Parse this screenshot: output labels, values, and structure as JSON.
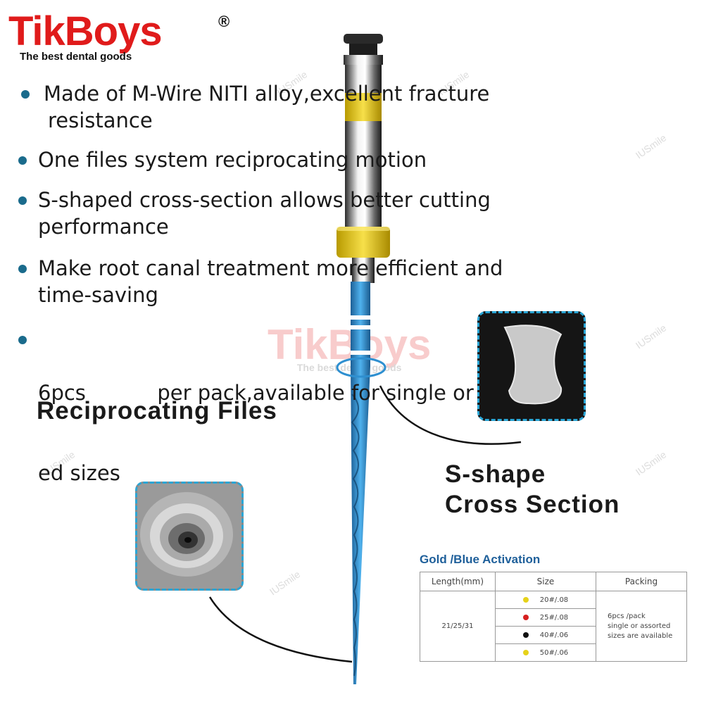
{
  "brand": {
    "name": "TikBoys",
    "registered": "®",
    "tagline": "The best dental goods"
  },
  "features": [
    {
      "line1": "Made of M-Wire NITI alloy,excellent fracture",
      "line2": "resistance"
    },
    {
      "line1": "One files system  reciprocating motion",
      "line2": ""
    },
    {
      "line1": "S-shaped cross-section allows better cutting",
      "line2": "performance"
    },
    {
      "line1": "Make root canal treatment more efficient and",
      "line2": "time-saving"
    },
    {
      "line1": "6pcs           per pack,available for single or assort-",
      "line2": "ed sizes"
    }
  ],
  "headings": {
    "product": "Reciprocating Files",
    "section_line1": "S-shape",
    "section_line2": "Cross Section"
  },
  "watermark": {
    "big": "TikBoys",
    "small": "The best dental goods",
    "faint": "IUSmile"
  },
  "table": {
    "title": "Gold /Blue Activation",
    "headers": [
      "Length(mm)",
      "Size",
      "Packing"
    ],
    "length": "21/25/31",
    "sizes": [
      {
        "label": "20#/.08",
        "color": "#e6d21a"
      },
      {
        "label": "25#/.08",
        "color": "#d62020"
      },
      {
        "label": "40#/.06",
        "color": "#111111"
      },
      {
        "label": "50#/.06",
        "color": "#e6d21a"
      }
    ],
    "packing_line1": "6pcs /pack",
    "packing_line2": "single or assorted",
    "packing_line3": "sizes are available"
  },
  "colors": {
    "brand_red": "#e01b1b",
    "bullet": "#1a6b8c",
    "file_blue": "#2e8fd0",
    "handle_yellow": "#f2d21b",
    "inset_border": "#2aa6d6",
    "table_title": "#1e5f9a"
  }
}
